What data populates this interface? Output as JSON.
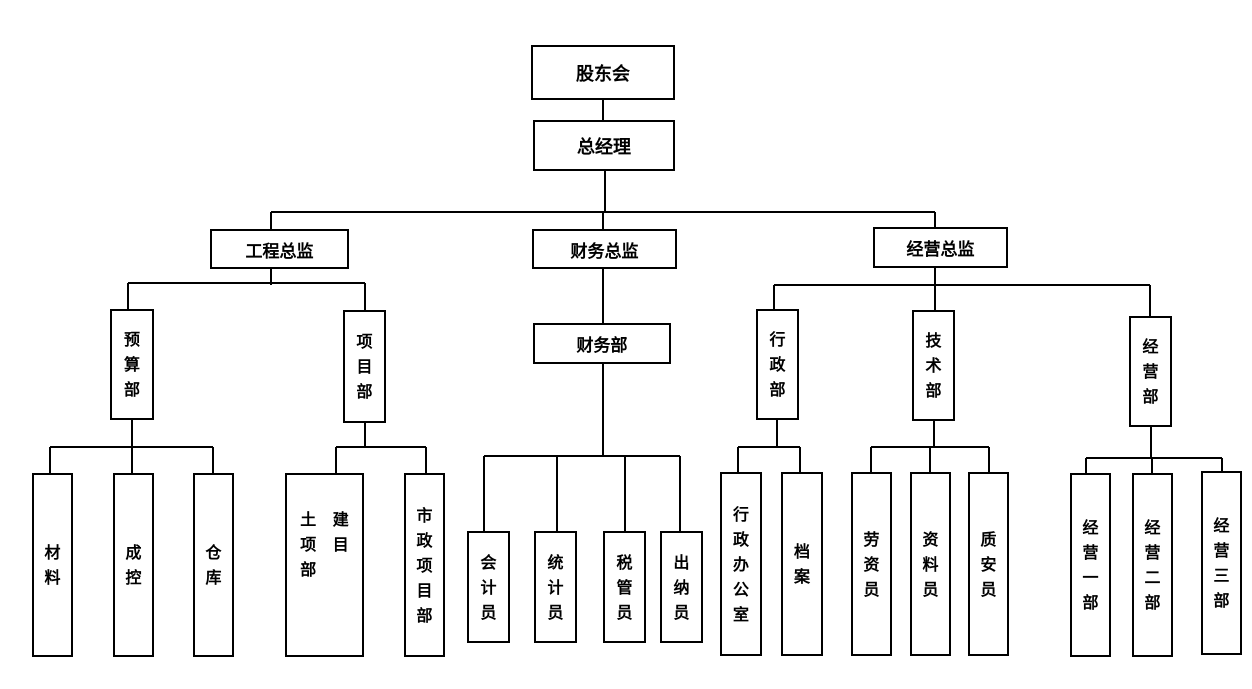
{
  "colors": {
    "line": "#000000",
    "box_border": "#000000",
    "background": "#ffffff",
    "text": "#000000"
  },
  "org": {
    "root": "股东会",
    "gm": "总经理",
    "directors": {
      "engineering": "工程总监",
      "finance": "财务总监",
      "operations": "经营总监"
    },
    "engineering": {
      "budget_dept": "预算部",
      "project_dept": "项目部",
      "budget_units": [
        "材料",
        "成控",
        "仓库"
      ],
      "project_units": {
        "civil_left": "土项部",
        "civil_right": "建目",
        "municipal": "市政项目部"
      }
    },
    "finance": {
      "dept": "财务部",
      "units": [
        "会计员",
        "统计员",
        "税管员",
        "出纳员"
      ]
    },
    "operations": {
      "admin_dept": "行政部",
      "tech_dept": "技术部",
      "business_dept": "经营部",
      "admin_units": [
        "行政办公室",
        "档案"
      ],
      "tech_units": [
        "劳资员",
        "资料员",
        "质安员"
      ],
      "business_units": [
        "经营一部",
        "经营二部",
        "经营三部"
      ]
    }
  }
}
